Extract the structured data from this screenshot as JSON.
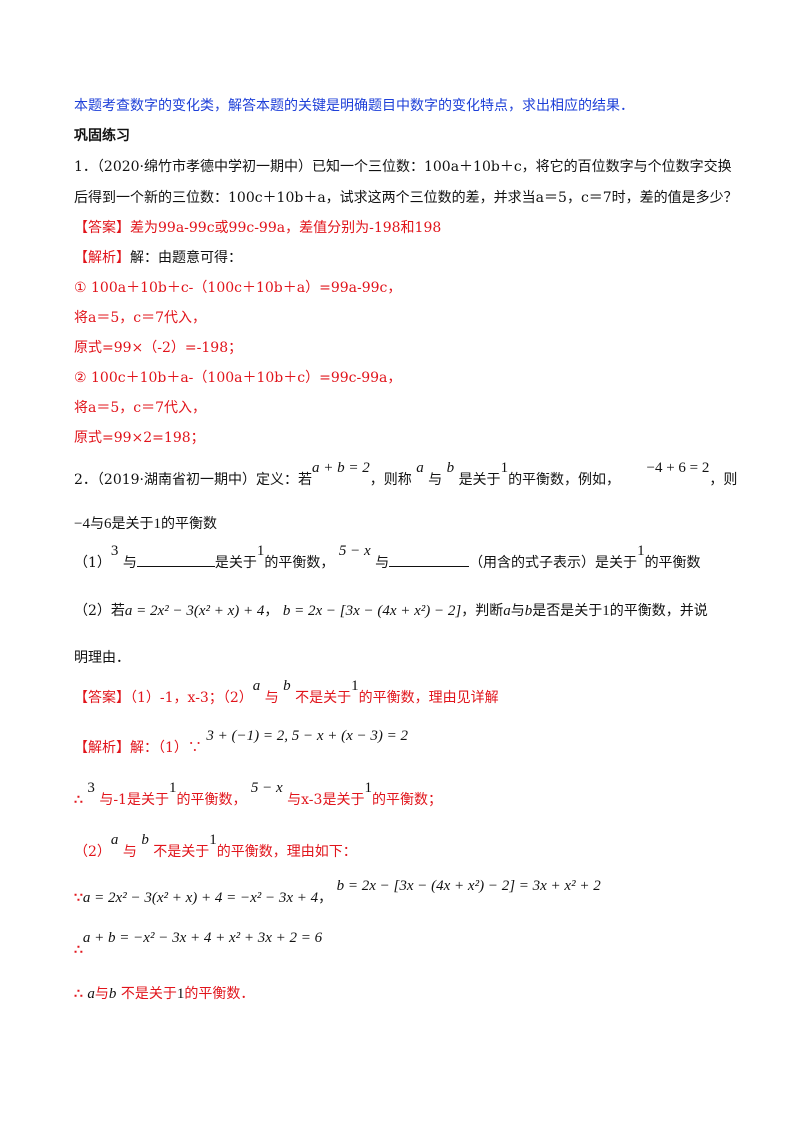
{
  "intro_note": "本题考查数字的变化类，解答本题的关键是明确题目中数字的变化特点，求出相应的结果．",
  "section_title": "巩固练习",
  "q1": {
    "line1": "1．（2020·绵竹市孝德中学初一期中）已知一个三位数：100a＋10b＋c，将它的百位数字与个位数字交换",
    "line2": "后得到一个新的三位数：100c＋10b＋a，试求这两个三位数的差，并求当a＝5，c＝7时，差的值是多少？",
    "answer": "【答案】差为99a-99c或99c-99a，差值分别为-198和198",
    "analysis_label": "【解析】",
    "analysis_intro": "解：由题意可得：",
    "s1": "① 100a＋10b＋c-（100c＋10b＋a）=99a-99c，",
    "s2": "将a＝5，c＝7代入，",
    "s3": "原式=99×（-2）=-198；",
    "s4": "② 100c＋10b＋a-（100a＋10b＋c）=99c-99a，",
    "s5": "将a＝5，c＝7代入，",
    "s6": "原式=99×2=198；"
  },
  "q2": {
    "l1_prefix": "2．（2019·湖南省初一期中）定义：若",
    "l1_eq": "a + b = 2",
    "l1_mid1": "，则称",
    "var_a": "a",
    "yu": "与",
    "var_b": "b",
    "l1_mid2": "是关于",
    "one": "1",
    "l1_mid3": "的平衡数，例如，",
    "l1_example": "−4 + 6 = 2",
    "l1_end": "，则",
    "l2_a": "−4",
    "l2_b": "6",
    "l2_mid": "是关于",
    "l2_end": "的平衡数",
    "p1_prefix": "（1）",
    "p1_three": "3",
    "p1_t1": "与",
    "p1_t2": "是关于",
    "p1_t3": "的平衡数，",
    "p1_expr": "5 − x",
    "p1_t4": "与",
    "p1_t5": "（用含的式子表示）是关于",
    "p1_t6": "的平衡数",
    "p2_prefix": "（2）若",
    "p2_a": "a = 2x² − 3(x² + x) + 4",
    "p2_b": "b = 2x − [3x − (4x + x²) − 2]",
    "p2_t1": "，判断",
    "p2_t2": "是否是关于",
    "p2_t3": "的平衡数，并说",
    "p2_line2": "明理由．",
    "answer_label": "【答案】（1）-1，x-3；（2）",
    "answer_tail": "不是关于",
    "answer_end": "的平衡数，理由见详解",
    "analysis_label": "【解析】",
    "analysis_t": "解：（1）∵",
    "analysis_eq": "3 + (−1) = 2, 5 − x + (x − 3) = 2",
    "th1": "∴",
    "th1_t1": "与-1是关于",
    "th1_t2": "的平衡数，",
    "th1_t3": "与x-3是关于",
    "th1_t4": "的平衡数；",
    "p2r_prefix": "（2）",
    "p2r_t1": "不是关于",
    "p2r_t2": "的平衡数，理由如下：",
    "because": "∵",
    "b_eq1": "a = 2x² − 3(x² + x) + 4 = −x² − 3x + 4",
    "b_eq2": "b = 2x − [3x − (4x + x²) − 2] = 3x + x² + 2",
    "th2_eq": "a + b = −x² − 3x + 4 + x² + 3x + 2 = 6",
    "final_t1": "不是关于",
    "final_t2": "的平衡数．"
  }
}
